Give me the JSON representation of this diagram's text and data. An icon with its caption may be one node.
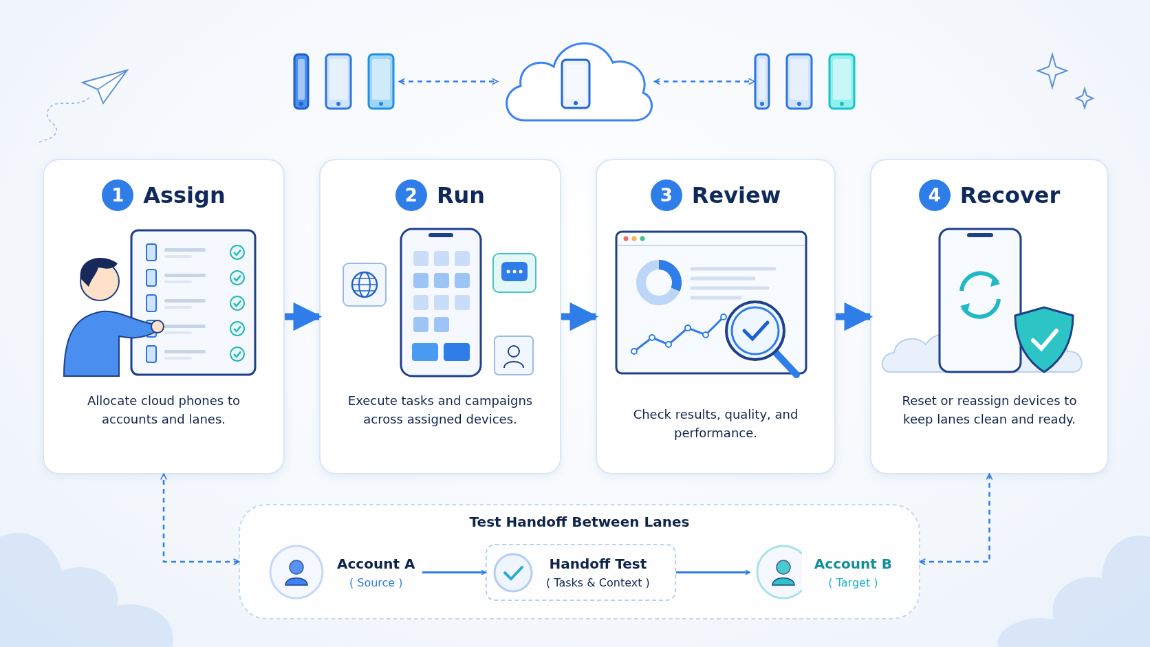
{
  "diagram": {
    "nodes": [
      {
        "text": [],
        "shape": "picture"
      },
      {
        "text": [],
        "shape": "cloud"
      },
      {
        "text": [],
        "shape": "picture"
      },
      {
        "text": [
          "1",
          "Assign",
          "Allocate cloud phones to accounts and lanes."
        ]
      },
      {
        "text": [
          "2",
          "Run",
          "Execute tasks and campaigns across assigned devices."
        ]
      },
      {
        "text": [
          "3",
          "Review",
          "Check results, quality, and performance."
        ]
      },
      {
        "text": [
          "4",
          "Recover",
          "Reset or reassign devices to keep lanes clean and ready."
        ]
      },
      {
        "text": [
          "Test Handoff Between Lanes"
        ]
      },
      {
        "text": [
          "Account A",
          "( Source )"
        ],
        "in": 7
      },
      {
        "text": [
          "Handoff Test",
          "( Tasks & Context )"
        ],
        "in": 7
      },
      {
        "text": [
          "Account B",
          "( Target )"
        ],
        "in": 7
      }
    ],
    "edges": [
      {
        "from": 0,
        "to": 1,
        "arrow": "both",
        "style": "dashed"
      },
      {
        "from": 1,
        "to": 2,
        "arrow": "both",
        "style": "dashed"
      },
      {
        "from": 3,
        "to": 4,
        "arrow": "to",
        "style": "thick"
      },
      {
        "from": 4,
        "to": 5,
        "arrow": "to",
        "style": "thick"
      },
      {
        "from": 5,
        "to": 6,
        "arrow": "to",
        "style": "thick"
      },
      {
        "from": 7,
        "to": 3,
        "arrow": "both",
        "style": "dashed"
      },
      {
        "from": 7,
        "to": 6,
        "arrow": "both",
        "style": "dashed"
      },
      {
        "from": 8,
        "to": 9,
        "arrow": "to"
      },
      {
        "from": 9,
        "to": 10,
        "arrow": "to"
      }
    ]
  }
}
